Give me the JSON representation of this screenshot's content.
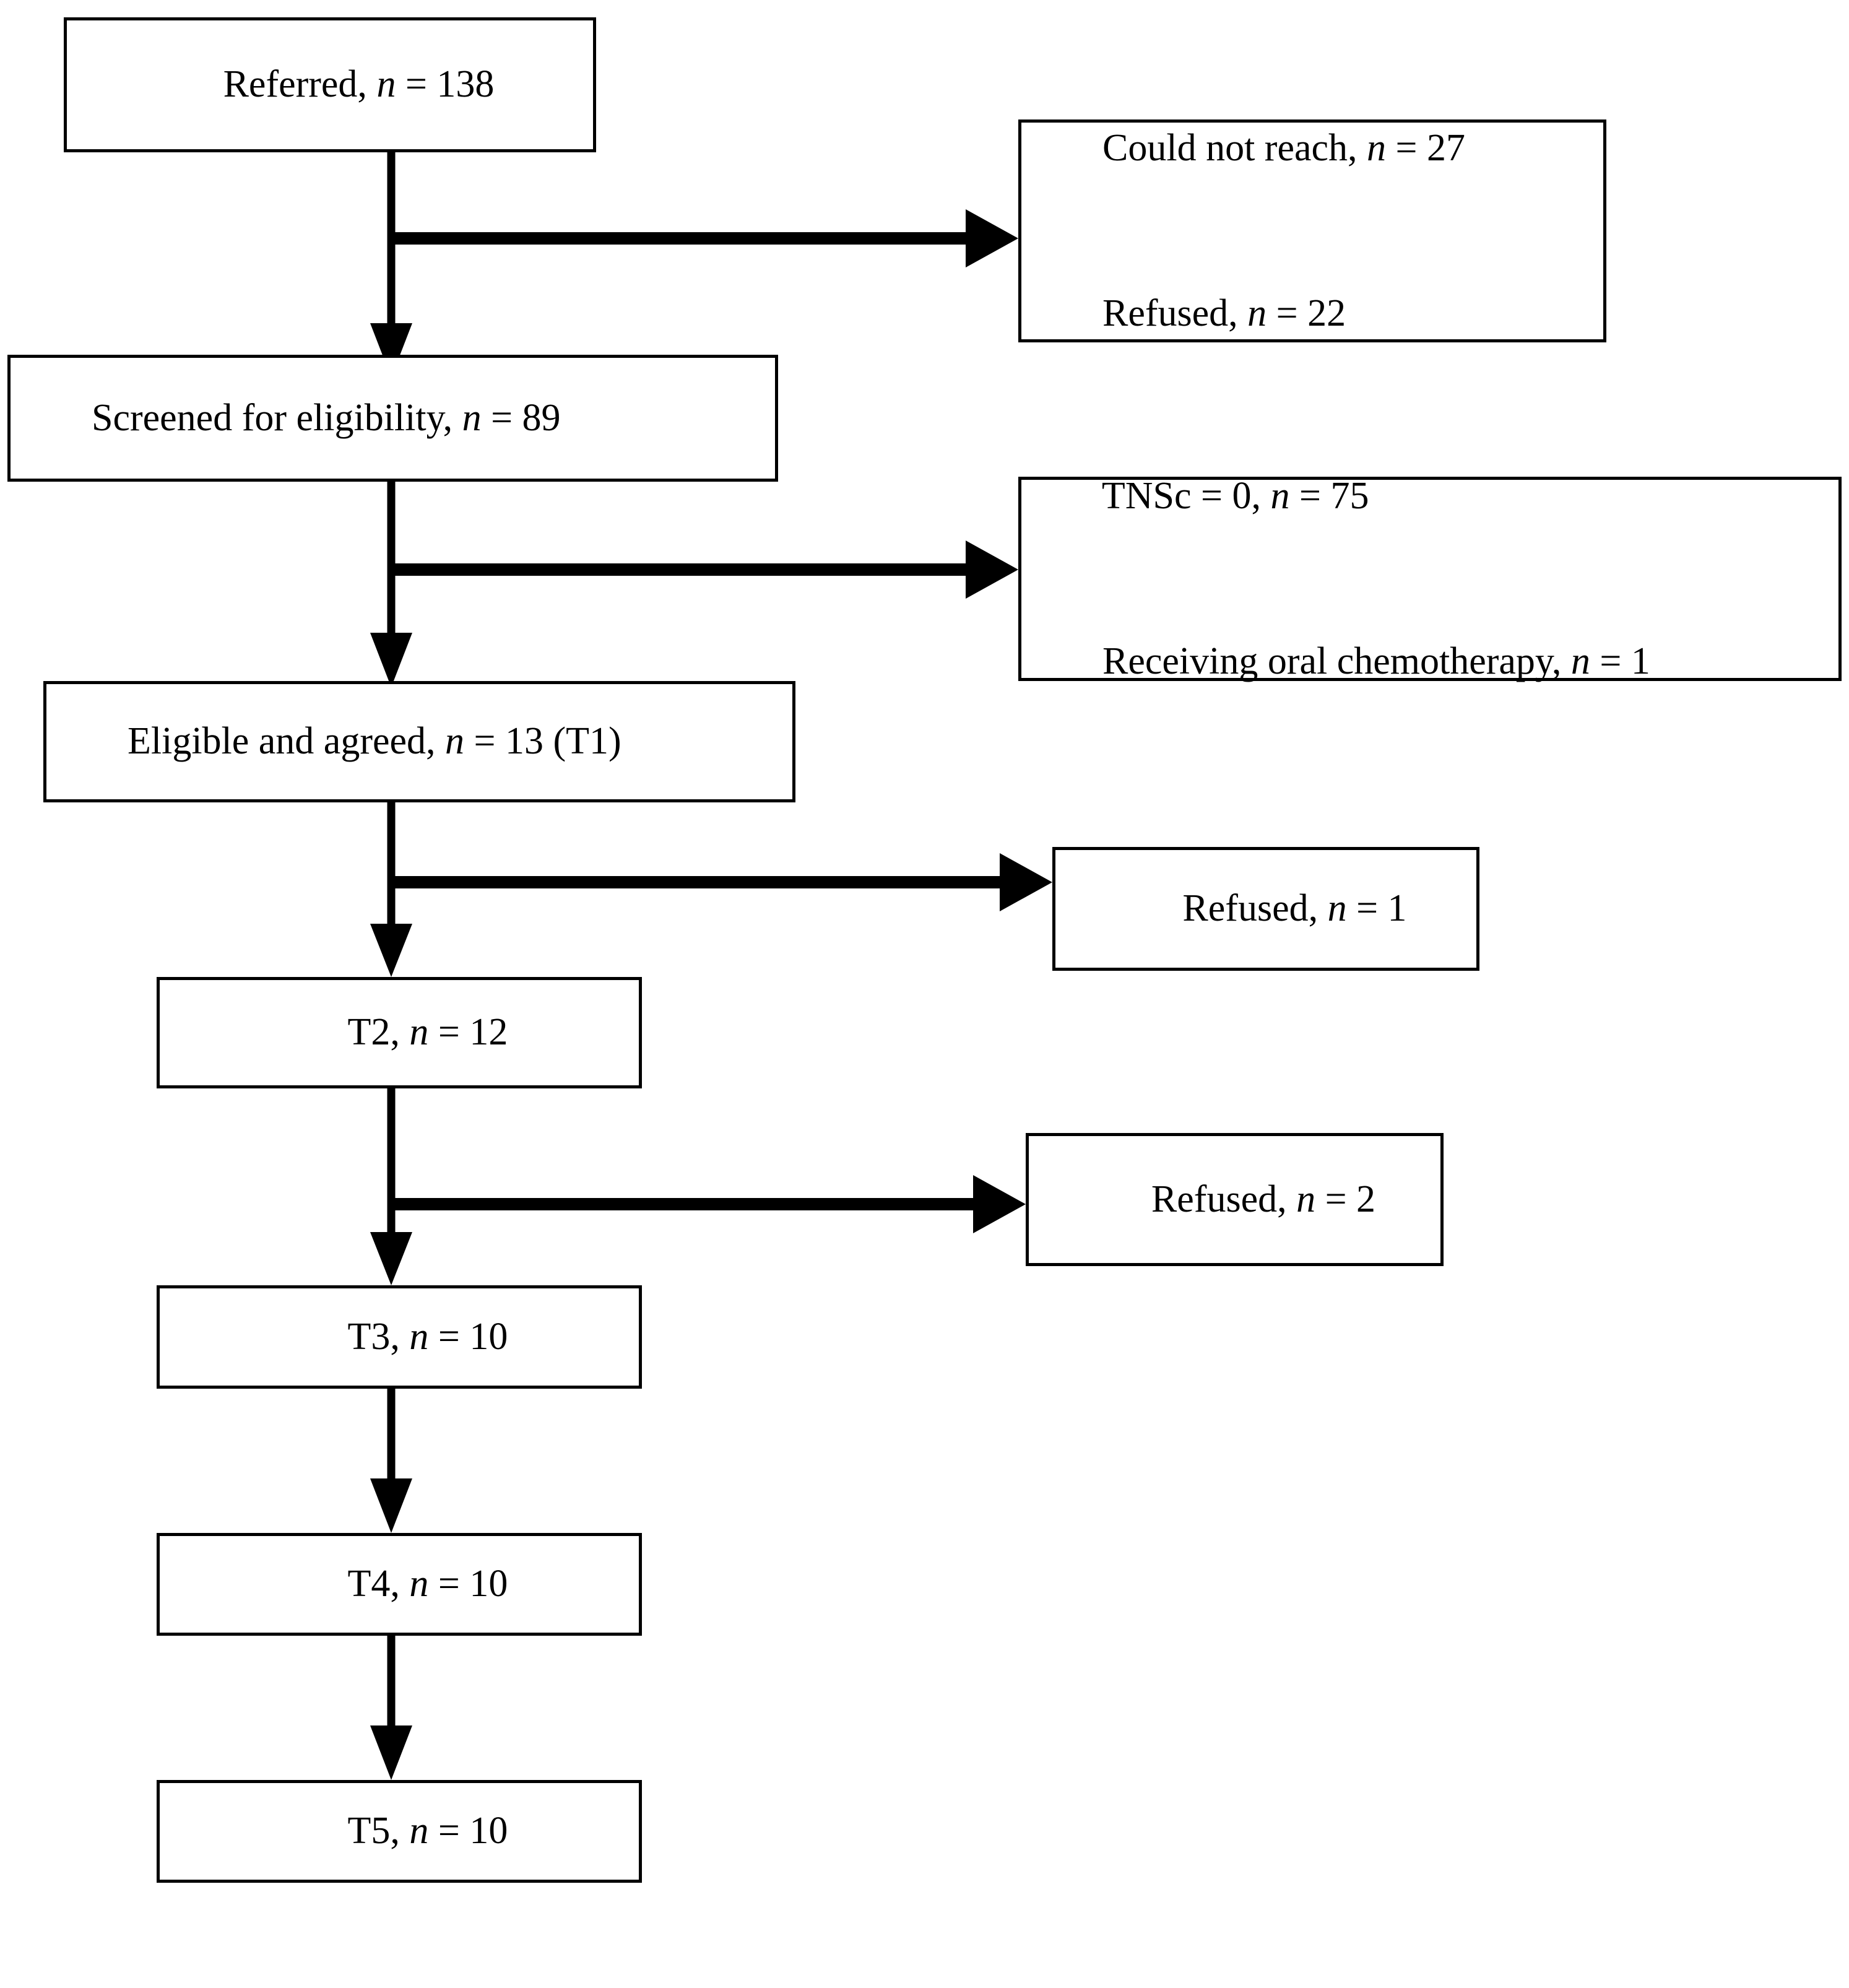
{
  "chart_data": {
    "type": "diagram",
    "title": "Participant flow diagram",
    "nodes": [
      {
        "id": "referred",
        "label": "Referred, n = 138",
        "n": 138,
        "column": "main"
      },
      {
        "id": "excluded1a",
        "label": "Could not reach, n = 27",
        "n": 27,
        "column": "side"
      },
      {
        "id": "excluded1b",
        "label": "Refused, n = 22",
        "n": 22,
        "column": "side"
      },
      {
        "id": "screened",
        "label": "Screened for eligibility, n = 89",
        "n": 89,
        "column": "main"
      },
      {
        "id": "excluded2a",
        "label": "TNSc = 0, n = 75",
        "n": 75,
        "column": "side"
      },
      {
        "id": "excluded2b",
        "label": "Receiving oral chemotherapy, n = 1",
        "n": 1,
        "column": "side"
      },
      {
        "id": "eligible",
        "label": "Eligible and agreed, n = 13 (T1)",
        "n": 13,
        "column": "main"
      },
      {
        "id": "refused1",
        "label": "Refused, n = 1",
        "n": 1,
        "column": "side"
      },
      {
        "id": "t2",
        "label": "T2, n = 12",
        "n": 12,
        "column": "main"
      },
      {
        "id": "refused2",
        "label": "Refused, n = 2",
        "n": 2,
        "column": "side"
      },
      {
        "id": "t3",
        "label": "T3, n = 10",
        "n": 10,
        "column": "main"
      },
      {
        "id": "t4",
        "label": "T4, n = 10",
        "n": 10,
        "column": "main"
      },
      {
        "id": "t5",
        "label": "T5, n = 10",
        "n": 10,
        "column": "main"
      }
    ],
    "edges": [
      {
        "from": "referred",
        "to": "screened",
        "type": "vertical"
      },
      {
        "from": "referred",
        "to": "exclusion-box-1",
        "type": "branch-right"
      },
      {
        "from": "screened",
        "to": "eligible",
        "type": "vertical"
      },
      {
        "from": "screened",
        "to": "exclusion-box-2",
        "type": "branch-right"
      },
      {
        "from": "eligible",
        "to": "t2",
        "type": "vertical"
      },
      {
        "from": "eligible",
        "to": "refused1",
        "type": "branch-right"
      },
      {
        "from": "t2",
        "to": "t3",
        "type": "vertical"
      },
      {
        "from": "t2",
        "to": "refused2",
        "type": "branch-right"
      },
      {
        "from": "t3",
        "to": "t4",
        "type": "vertical"
      },
      {
        "from": "t4",
        "to": "t5",
        "type": "vertical"
      }
    ],
    "line_color": "#000000",
    "box_border_color": "#000000",
    "background_color": "#ffffff"
  },
  "boxes": {
    "referred": {
      "line1_pre": "Referred, ",
      "line1_ital": "n",
      "line1_post": " = 138"
    },
    "exclusion1": {
      "line1_pre": "Could not reach, ",
      "line1_ital": "n",
      "line1_post": " = 27",
      "line2_pre": "Refused, ",
      "line2_ital": "n",
      "line2_post": " = 22"
    },
    "screened": {
      "line1_pre": "Screened for eligibility, ",
      "line1_ital": "n",
      "line1_post": " = 89"
    },
    "exclusion2": {
      "line1_pre": "TNSc = 0, ",
      "line1_ital": "n",
      "line1_post": " = 75",
      "line2_pre": "Receiving oral chemotherapy, ",
      "line2_ital": "n",
      "line2_post": " = 1"
    },
    "eligible": {
      "line1_pre": "Eligible and agreed, ",
      "line1_ital": "n",
      "line1_post": " = 13 (T1)"
    },
    "refused1": {
      "line1_pre": "Refused, ",
      "line1_ital": "n",
      "line1_post": " = 1"
    },
    "t2": {
      "line1_pre": "T2, ",
      "line1_ital": "n",
      "line1_post": " = 12"
    },
    "refused2": {
      "line1_pre": "Refused, ",
      "line1_ital": "n",
      "line1_post": " = 2"
    },
    "t3": {
      "line1_pre": "T3, ",
      "line1_ital": "n",
      "line1_post": " = 10"
    },
    "t4": {
      "line1_pre": "T4, ",
      "line1_ital": "n",
      "line1_post": " = 10"
    },
    "t5": {
      "line1_pre": "T5, ",
      "line1_ital": "n",
      "line1_post": " = 10"
    }
  }
}
